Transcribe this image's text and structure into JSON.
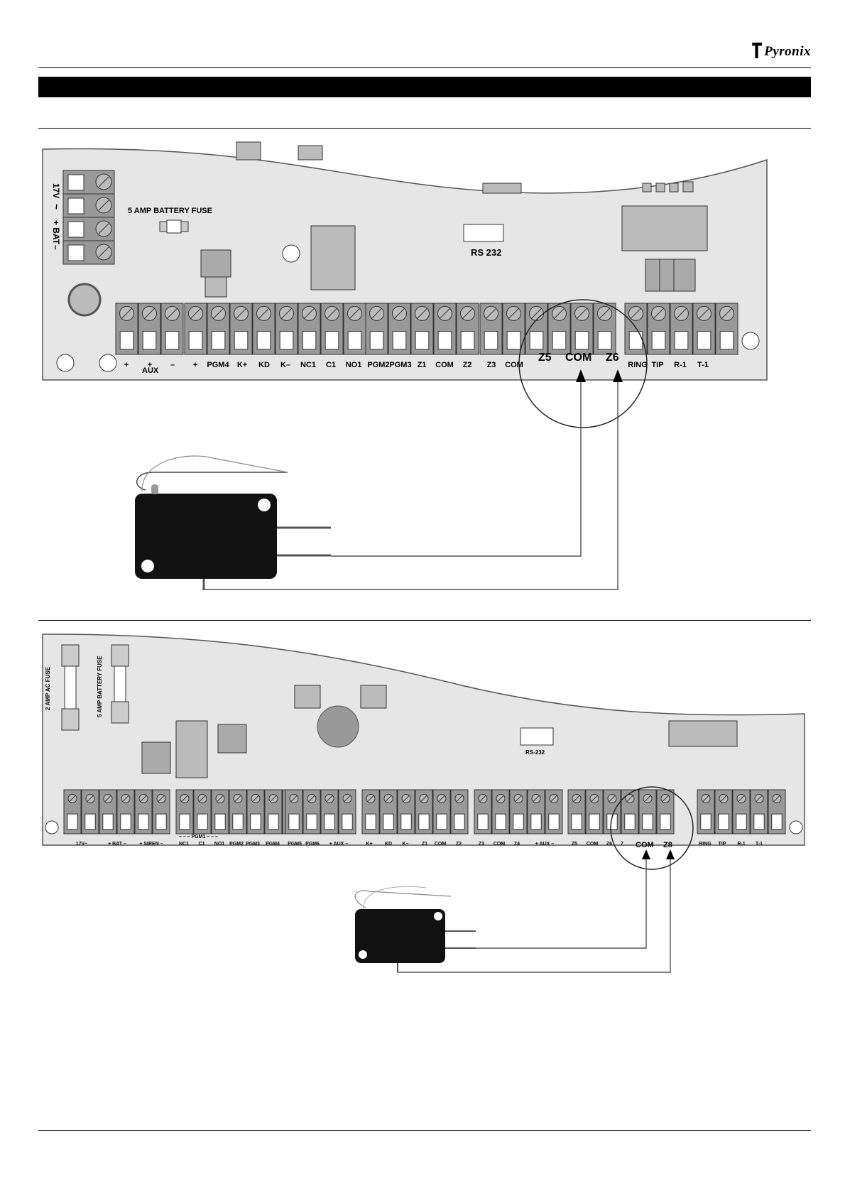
{
  "header": {
    "logo_text": "Pyronix"
  },
  "diagram1": {
    "left_terminal_labels": [
      "17V",
      "~",
      "+ BAT",
      "–"
    ],
    "fuse_label": "5  AMP BATTERY FUSE",
    "rs232_label": "RS 232",
    "aux_label": "AUX",
    "bottom_labels": [
      "+",
      "+",
      "–",
      "+",
      "PGM4",
      "K+",
      "KD",
      "K–",
      "NC1",
      "C1",
      "NO1",
      "PGM2",
      "PGM3",
      "Z1",
      "COM",
      "Z2",
      "Z3",
      "COM",
      "RING",
      "TIP",
      "R-1",
      "T-1"
    ],
    "zoom_labels": [
      "Z5",
      "COM",
      "Z6"
    ]
  },
  "diagram2": {
    "ac_fuse_label": "2 AMP AC FUSE",
    "battery_fuse_label": "5 AMP BATTERY FUSE",
    "rs232_label": "RS-232",
    "pgm1_label": "– – – PGM1 – – –",
    "bottom_labels": [
      "17V~",
      "+ BAT –",
      "+ SIREN –",
      "NC1",
      "C1",
      "NO1",
      "PGM2",
      "PGM3",
      "PGM4",
      "PGM5",
      "PGM6",
      "+ AUX –",
      "K+",
      "KD",
      "K–",
      "Z1",
      "COM",
      "Z2",
      "Z3",
      "COM",
      "Z4",
      "+ AUX –",
      "Z5",
      "COM",
      "Z6",
      "7",
      "RING",
      "TIP",
      "R-1",
      "T-1"
    ],
    "zoom_labels": [
      "COM",
      "Z8"
    ]
  }
}
